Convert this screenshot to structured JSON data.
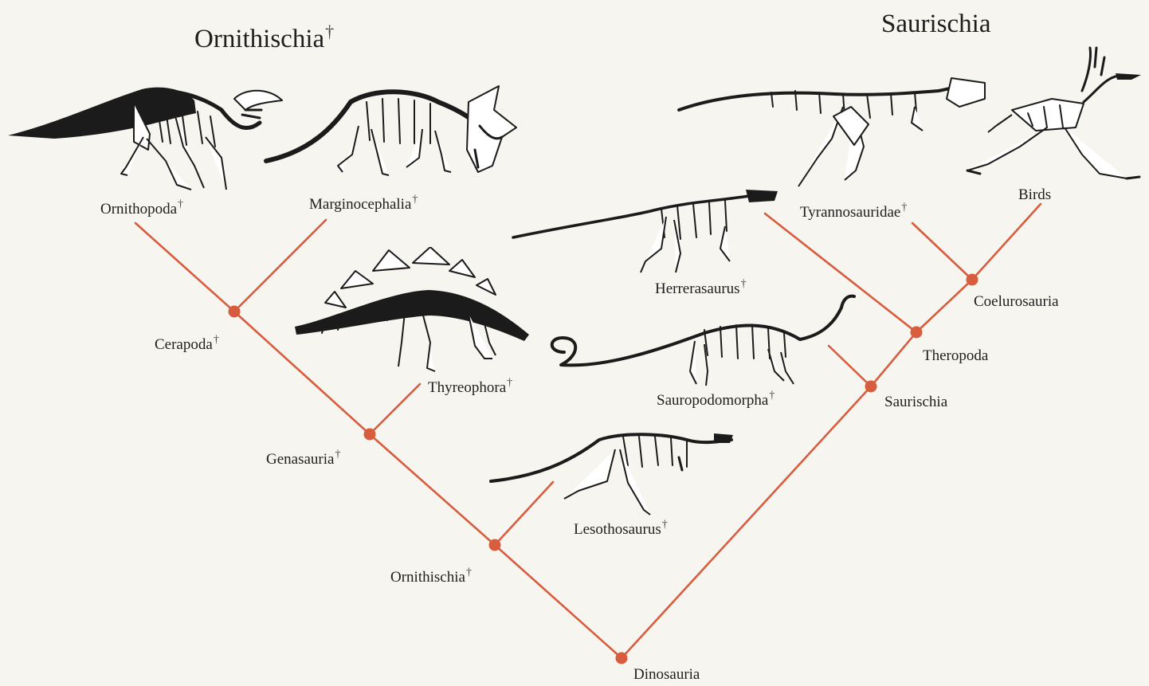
{
  "colors": {
    "accent": "#d85c3e",
    "background": "#f7f5f0",
    "ink": "#1b1b1b"
  },
  "dagger": "†",
  "headings": {
    "left": {
      "text": "Ornithischia",
      "extinct": true
    },
    "right": {
      "text": "Saurischia",
      "extinct": false
    }
  },
  "taxa": {
    "ornithopoda": {
      "text": "Ornithopoda",
      "extinct": true
    },
    "marginocephalia": {
      "text": "Marginocephalia",
      "extinct": true
    },
    "thyreophora": {
      "text": "Thyreophora",
      "extinct": true
    },
    "lesothosaurus": {
      "text": "Lesothosaurus",
      "extinct": true
    },
    "herrerasaurus": {
      "text": "Herrerasaurus",
      "extinct": true
    },
    "sauropodomorpha": {
      "text": "Sauropodomorpha",
      "extinct": true
    },
    "tyrannosauridae": {
      "text": "Tyrannosauridae",
      "extinct": true
    },
    "birds": {
      "text": "Birds",
      "extinct": false
    }
  },
  "clades": {
    "cerapoda": {
      "text": "Cerapoda",
      "extinct": true
    },
    "genasauria": {
      "text": "Genasauria",
      "extinct": true
    },
    "ornithischia": {
      "text": "Ornithischia",
      "extinct": true
    },
    "dinosauria": {
      "text": "Dinosauria",
      "extinct": false
    },
    "saurischia": {
      "text": "Saurischia",
      "extinct": false
    },
    "theropoda": {
      "text": "Theropoda",
      "extinct": false
    },
    "coelurosauria": {
      "text": "Coelurosauria",
      "extinct": false
    }
  },
  "tree": [
    {
      "parent": "dinosauria",
      "child": "ornithischia"
    },
    {
      "parent": "dinosauria",
      "child": "saurischia"
    },
    {
      "parent": "ornithischia",
      "child": "genasauria"
    },
    {
      "parent": "ornithischia",
      "child": "lesothosaurus"
    },
    {
      "parent": "genasauria",
      "child": "cerapoda"
    },
    {
      "parent": "genasauria",
      "child": "thyreophora"
    },
    {
      "parent": "cerapoda",
      "child": "ornithopoda"
    },
    {
      "parent": "cerapoda",
      "child": "marginocephalia"
    },
    {
      "parent": "saurischia",
      "child": "sauropodomorpha"
    },
    {
      "parent": "saurischia",
      "child": "theropoda"
    },
    {
      "parent": "theropoda",
      "child": "herrerasaurus"
    },
    {
      "parent": "theropoda",
      "child": "coelurosauria"
    },
    {
      "parent": "coelurosauria",
      "child": "tyrannosauridae"
    },
    {
      "parent": "coelurosauria",
      "child": "birds"
    }
  ],
  "skeletons": [
    {
      "name": "ornithopoda-skeleton",
      "icon": "hadrosaur-skeleton-icon"
    },
    {
      "name": "marginocephalia-skeleton",
      "icon": "ceratopsian-skeleton-icon"
    },
    {
      "name": "thyreophora-skeleton",
      "icon": "stegosaur-skeleton-icon"
    },
    {
      "name": "lesothosaurus-skeleton",
      "icon": "small-ornithischian-skeleton-icon"
    },
    {
      "name": "herrerasaurus-skeleton",
      "icon": "early-theropod-skeleton-icon"
    },
    {
      "name": "sauropodomorpha-skeleton",
      "icon": "sauropod-skeleton-icon"
    },
    {
      "name": "tyrannosauridae-skeleton",
      "icon": "tyrannosaur-skeleton-icon"
    },
    {
      "name": "birds-skeleton",
      "icon": "bird-skeleton-icon"
    }
  ]
}
